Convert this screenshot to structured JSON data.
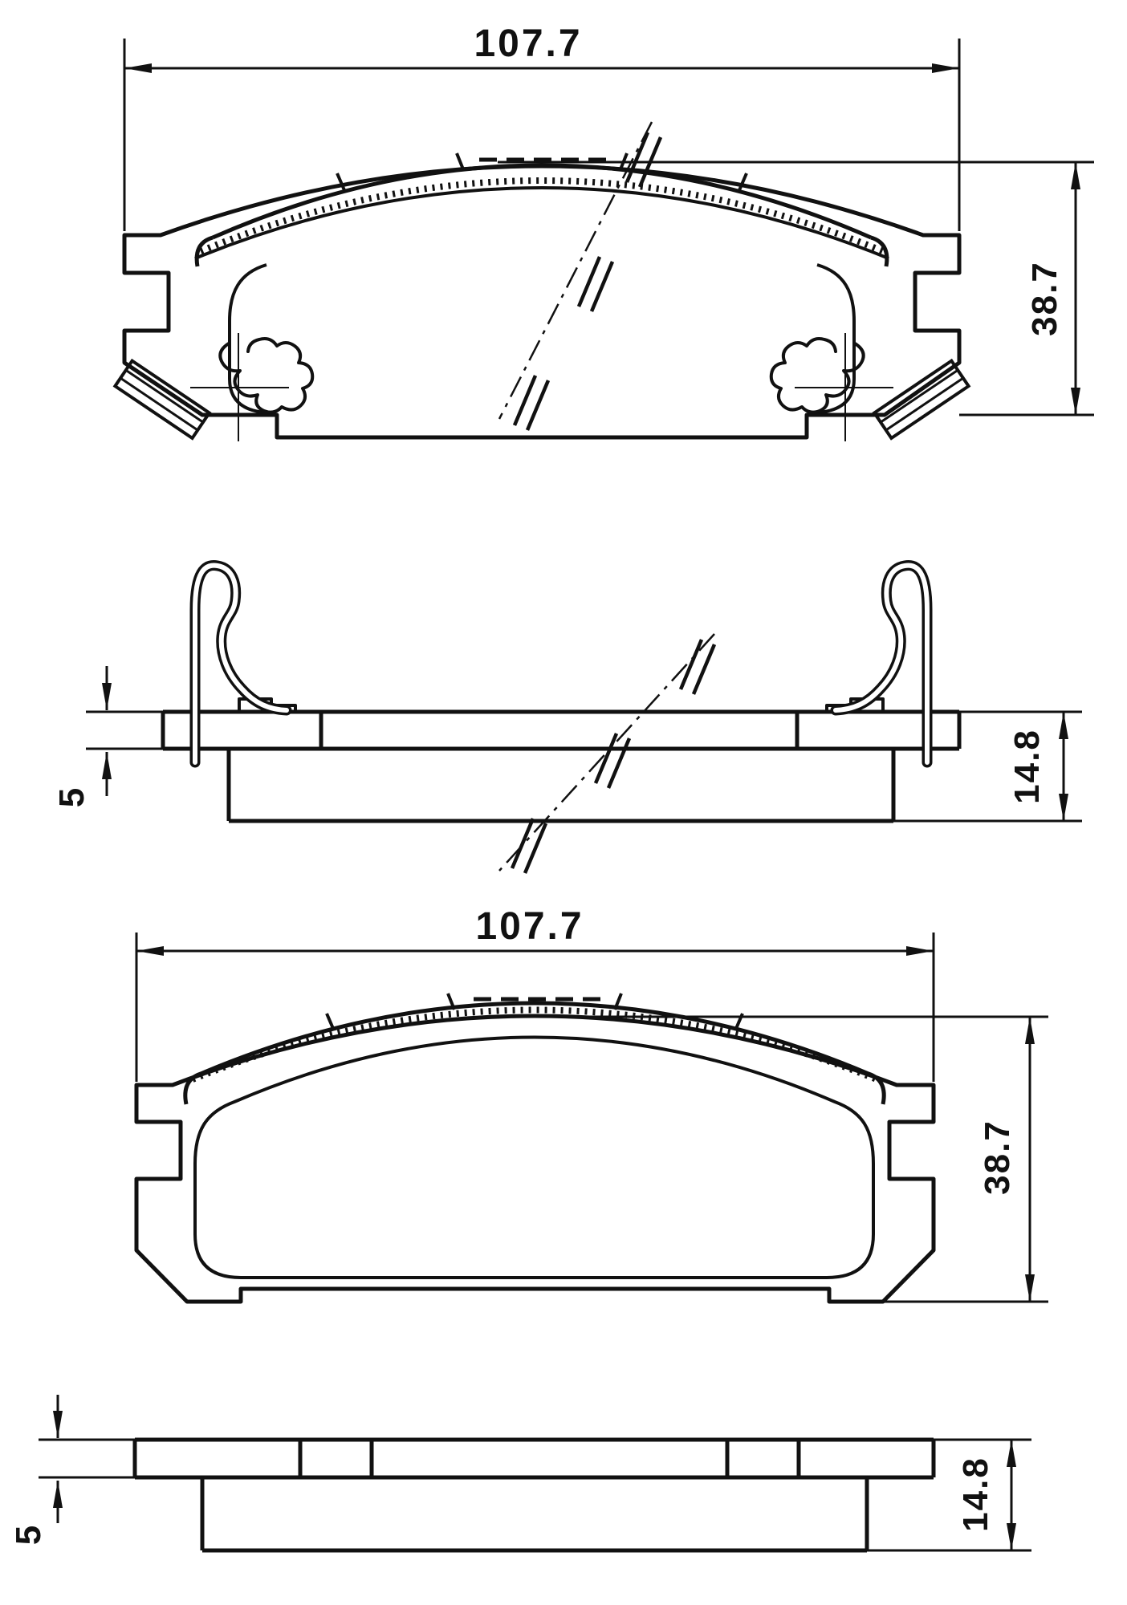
{
  "drawing": {
    "background": "#ffffff",
    "line_color": "#111111",
    "subject": "brake pad technical drawing, four orthographic views"
  },
  "views": {
    "front_top": {
      "name": "front view with shim and wear clips",
      "width_label": "107.7",
      "height_label": "38.7"
    },
    "side_top": {
      "name": "edge view with spring clips (broken view)",
      "plate_thickness_label": "5",
      "total_thickness_label": "14.8"
    },
    "front_bottom": {
      "name": "front view friction side",
      "width_label": "107.7",
      "height_label": "38.7"
    },
    "side_bottom": {
      "name": "edge view plain",
      "plate_thickness_label": "5",
      "total_thickness_label": "14.8"
    }
  },
  "dimensions_mm": {
    "pad_width": 107.7,
    "pad_height": 38.7,
    "backing_plate_thickness": 5,
    "total_thickness": 14.8
  }
}
